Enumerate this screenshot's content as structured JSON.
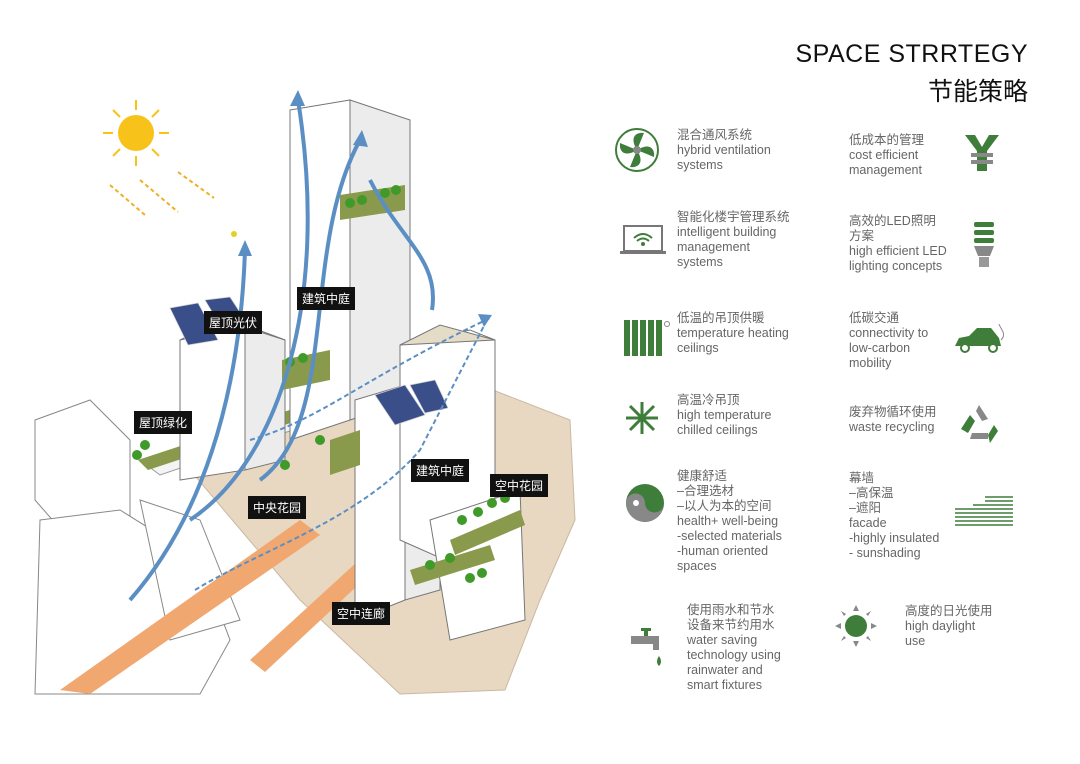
{
  "header": {
    "title_en": "SPACE STRRTEGY",
    "title_cn": "节能策略"
  },
  "diagram_labels": {
    "roof_pv": "屋顶光伏",
    "atrium_1": "建筑中庭",
    "roof_green": "屋顶绿化",
    "central_garden": "中央花园",
    "atrium_2": "建筑中庭",
    "sky_garden": "空中花园",
    "sky_bridge": "空中连廊"
  },
  "strategies": [
    {
      "icon": "fan-icon",
      "lines": [
        "混合通风系统",
        "hybrid ventilation",
        "systems"
      ]
    },
    {
      "icon": "yen-icon",
      "lines": [
        "低成本的管理",
        "cost efficient",
        "management"
      ]
    },
    {
      "icon": "laptop-wifi-icon",
      "lines": [
        "智能化楼宇管理系统",
        "intelligent building",
        "management",
        "systems"
      ]
    },
    {
      "icon": "lightbulb-icon",
      "lines": [
        "高效的LED照明",
        "方案",
        "high efficient LED",
        "lighting concepts"
      ]
    },
    {
      "icon": "radiator-icon",
      "lines": [
        "低温的吊顶供暖",
        "temperature heating",
        "ceilings"
      ]
    },
    {
      "icon": "electric-car-icon",
      "lines": [
        "低碳交通",
        "connectivity to",
        "low-carbon",
        "mobility"
      ]
    },
    {
      "icon": "snowflake-icon",
      "lines": [
        "高温冷吊顶",
        "high temperature",
        "chilled ceilings"
      ]
    },
    {
      "icon": "recycle-icon",
      "lines": [
        "废弃物循环使用",
        "waste recycling"
      ]
    },
    {
      "icon": "yin-yang-icon",
      "lines": [
        "健康舒适",
        "–合理选材",
        "–以人为本的空间",
        "health+ well-being",
        "-selected materials",
        "-human oriented",
        "spaces"
      ]
    },
    {
      "icon": "facade-icon",
      "lines": [
        "幕墙",
        "–高保温",
        "–遮阳",
        "facade",
        "-highly insulated",
        "- sunshading"
      ]
    },
    {
      "icon": "water-tap-icon",
      "lines": [
        "使用雨水和节水",
        "设备来节约用水",
        "water saving",
        "technology using",
        "rainwater and",
        "smart fixtures"
      ]
    },
    {
      "icon": "sun-icon",
      "lines": [
        "高度的日光使用",
        "high daylight",
        "use"
      ]
    }
  ],
  "colors": {
    "green": "#3f7d3a",
    "gray": "#8a8a8a",
    "orange": "#f0a870",
    "blue": "#5b8fc4",
    "ground": "#e8d8c2",
    "grass": "#8a9a4c"
  }
}
